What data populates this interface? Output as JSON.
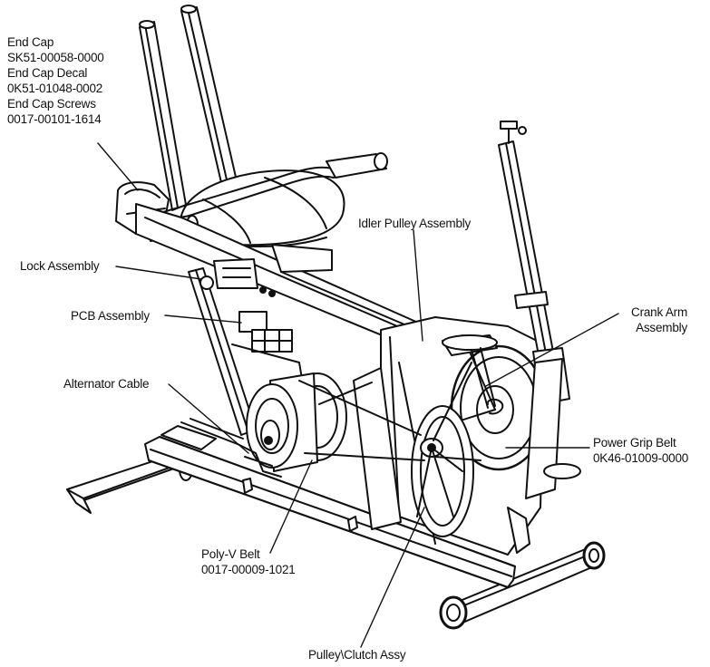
{
  "labels": {
    "end_cap": {
      "lines": [
        "End Cap",
        "SK51-00058-0000",
        "End Cap Decal",
        "0K51-01048-0002",
        "End Cap Screws",
        "0017-00101-1614"
      ]
    },
    "lock_assembly": "Lock Assembly",
    "pcb_assembly": "PCB Assembly",
    "alternator_cable": "Alternator Cable",
    "idler_pulley_assembly": "Idler Pulley Assembly",
    "crank_arm_assembly": {
      "lines": [
        "Crank Arm",
        "Assembly"
      ]
    },
    "power_grip_belt": {
      "lines": [
        "Power Grip Belt",
        "0K46-01009-0000"
      ]
    },
    "poly_v_belt": {
      "lines": [
        "Poly-V Belt",
        "0017-00009-1021"
      ]
    },
    "pulley_clutch_assy": "Pulley\\Clutch Assy"
  }
}
